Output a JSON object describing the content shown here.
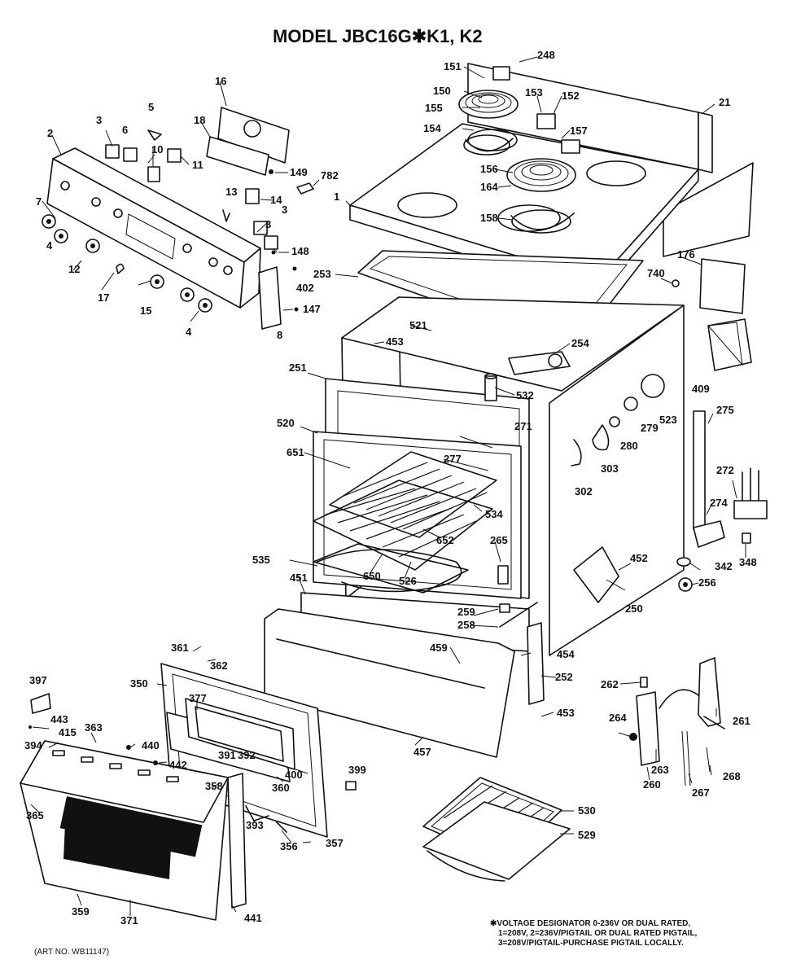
{
  "diagram": {
    "title": "MODEL JBC16G✱K1, K2",
    "art_no": "(ART NO. WB11147)",
    "note": {
      "line1": "✱VOLTAGE DESIGNATOR 0-236V OR DUAL RATED,",
      "line2": "1=208V, 2=236V/PIGTAIL OR DUAL RATED PIGTAIL,",
      "line3": "3=208V/PIGTAIL-PURCHASE PIGTAIL LOCALLY."
    },
    "part_labels": [
      "1",
      "2",
      "3",
      "3",
      "3",
      "4",
      "4",
      "5",
      "6",
      "7",
      "8",
      "10",
      "11",
      "12",
      "13",
      "14",
      "15",
      "16",
      "17",
      "18",
      "21",
      "147",
      "148",
      "149",
      "150",
      "151",
      "152",
      "153",
      "154",
      "155",
      "156",
      "157",
      "158",
      "164",
      "176",
      "248",
      "250",
      "251",
      "252",
      "253",
      "254",
      "256",
      "258",
      "259",
      "260",
      "261",
      "262",
      "263",
      "264",
      "265",
      "267",
      "268",
      "271",
      "272",
      "274",
      "275",
      "277",
      "279",
      "280",
      "302",
      "303",
      "342",
      "348",
      "350",
      "356",
      "357",
      "358",
      "359",
      "360",
      "361",
      "362",
      "363",
      "365",
      "371",
      "377",
      "391",
      "392",
      "393",
      "394",
      "397",
      "399",
      "400",
      "402",
      "409",
      "415",
      "440",
      "441",
      "442",
      "443",
      "451",
      "452",
      "453",
      "453",
      "454",
      "457",
      "459",
      "520",
      "521",
      "523",
      "526",
      "529",
      "530",
      "532",
      "534",
      "535",
      "650",
      "651",
      "652",
      "740",
      "782"
    ]
  }
}
